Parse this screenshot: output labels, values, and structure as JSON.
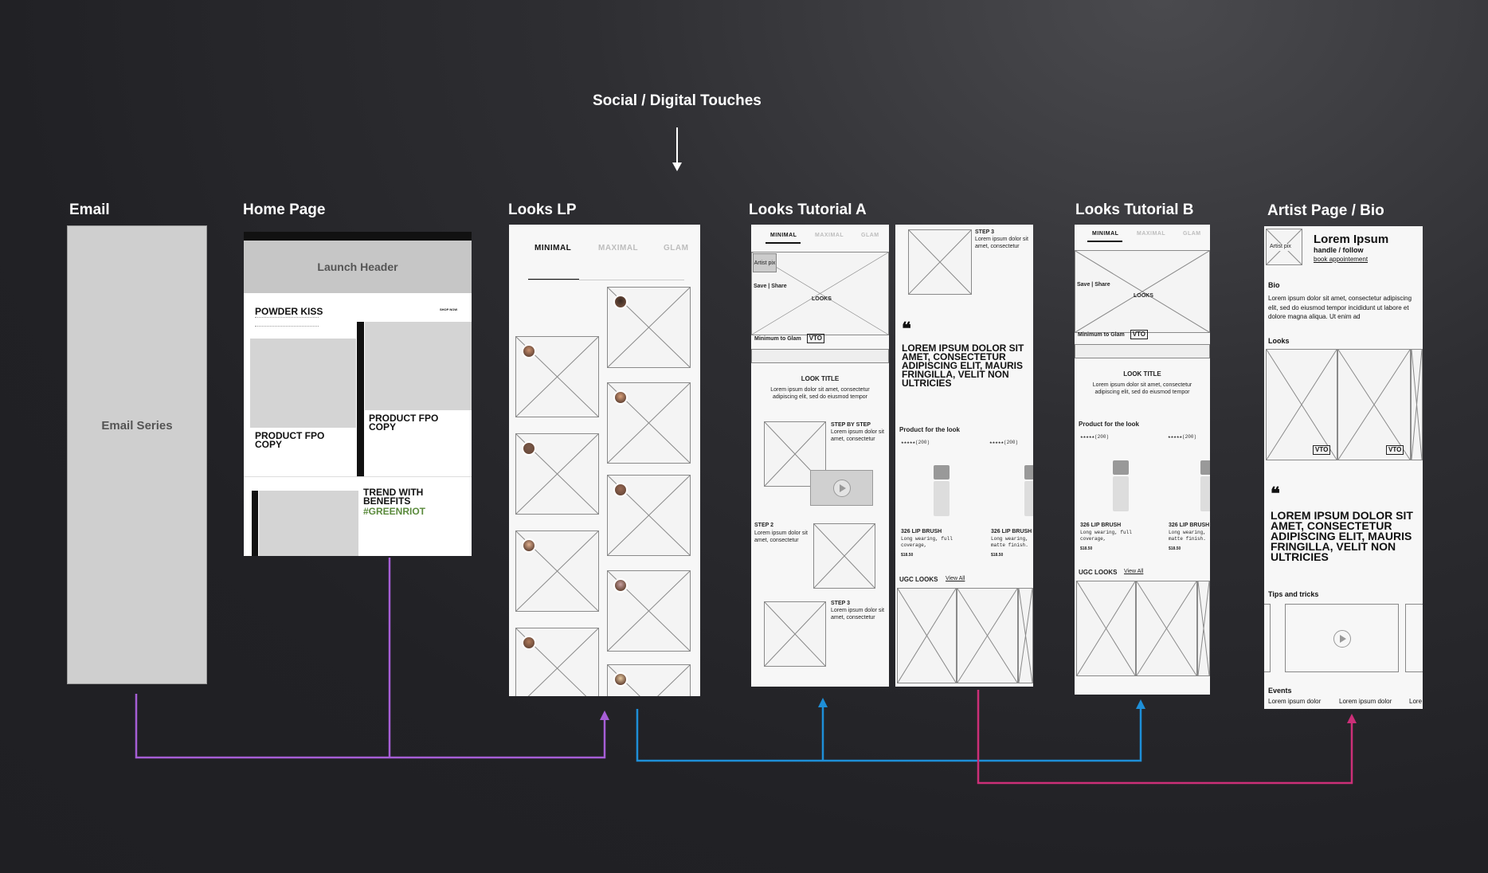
{
  "top_heading": "Social  / Digital Touches",
  "columns": {
    "email": "Email",
    "home": "Home Page",
    "looks_lp": "Looks LP",
    "tutorial_a": "Looks Tutorial A",
    "tutorial_b": "Looks Tutorial B",
    "artist": "Artist Page / Bio"
  },
  "email_panel": {
    "label": "Email Series"
  },
  "home_panel": {
    "launch_header": "Launch Header",
    "powder_kiss": "POWDER KISS",
    "product_copy_left": "PRODUCT FPO COPY",
    "product_copy_right": "PRODUCT FPO COPY",
    "trend": "TREND WITH BENEFITS",
    "hashtag": "#GREENRIOT",
    "shop_now": "SHOP NOW"
  },
  "tabs": {
    "minimal": "MINIMAL",
    "maximal": "MAXIMAL",
    "glam": "GLAM"
  },
  "tutorial_a": {
    "artist_pix": "Artist pix",
    "save_share": "Save | Share",
    "looks": "LOOKS",
    "minimum_to_glam": "Minimum to Glam",
    "vto": "VTO",
    "look_title": "LOOK TITLE",
    "look_body": "Lorem ipsum dolor sit amet, consectetur adipiscing elit, sed do eiusmod tempor",
    "step_by_step": "STEP BY STEP",
    "step_body": "Lorem ipsum dolor sit amet, consectetur",
    "step2": "STEP 2",
    "step2_body": "Lorem ipsum dolor sit amet, consectetur",
    "step3": "STEP 3",
    "step3_body": "Lorem ipsum dolor sit amet, consectetur"
  },
  "tutorial_a2": {
    "step3": "STEP 3",
    "step3_body": "Lorem ipsum dolor sit amet, consectetur",
    "quote": "LOREM IPSUM DOLOR SIT AMET, CONSECTETUR ADIPISCING ELIT, MAURIS FRINGILLA, VELIT NON ULTRICIES",
    "product_for_look": "Product for the look",
    "rating": "★★★★★(200)",
    "product1_name": "326 LIP BRUSH",
    "product1_desc": "Long wearing, full coverage,",
    "product2_name": "326 LIP BRUSH",
    "product2_desc": "Long wearing, matte finish.",
    "price": "$18.50",
    "ugc_looks": "UGC LOOKS",
    "view_all": "View All"
  },
  "tutorial_b": {
    "save_share": "Save | Share",
    "looks": "LOOKS",
    "minimum_to_glam": "Minimum to Glam",
    "vto": "VTO",
    "look_title": "LOOK TITLE",
    "look_body": "Lorem ipsum dolor sit amet, consectetur adipiscing elit, sed do eiusmod tempor",
    "product_for_look": "Product for the look",
    "product1_name": "326 LIP BRUSH",
    "product1_desc": "Long wearing, full coverage,",
    "product2_name": "326 LIP BRUSH",
    "product2_desc": "Long wearing, matte finish.",
    "price": "$18.50",
    "ugc_looks": "UGC LOOKS",
    "view_all": "View All"
  },
  "artist": {
    "artist_pix": "Artist pix",
    "name": "Lorem Ipsum",
    "handle": "handle / follow",
    "book": "book appointement",
    "bio_heading": "Bio",
    "bio_body": "Lorem ipsum dolor sit amet, consectetur adipiscing elit, sed do eiusmod tempor incididunt ut labore et dolore magna aliqua. Ut enim ad",
    "looks_heading": "Looks",
    "vto": "VTO",
    "quote": "LOREM IPSUM DOLOR SIT AMET, CONSECTETUR ADIPISCING ELIT, MAURIS FRINGILLA, VELIT NON ULTRICIES",
    "tips": "Tips and tricks",
    "events": "Events",
    "event1": "Lorem ipsum dolor",
    "event2": "Lorem ipsum dolor",
    "event3": "Lore"
  },
  "colors": {
    "background": "#222226",
    "purple": "#a65ed6",
    "blue": "#1e8fd8",
    "magenta": "#cc2f78",
    "green": "#5a8a3c"
  }
}
